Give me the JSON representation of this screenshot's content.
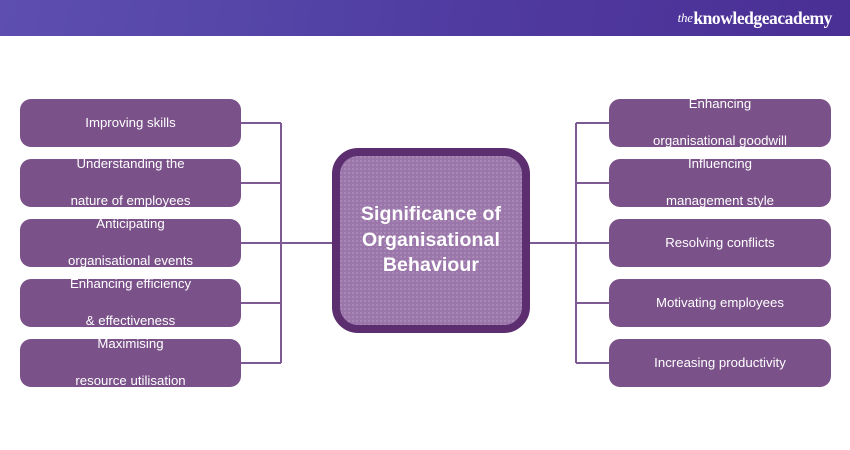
{
  "header": {
    "brand_prefix": "the",
    "brand_name": "knowledgeacademy",
    "gradient_from": "#5d4eb0",
    "gradient_to": "#4a2f94"
  },
  "diagram": {
    "type": "mind-map",
    "center": {
      "label": "Significance of Organisational Behaviour",
      "fill": "#9a76aa",
      "border": "#5c2e70"
    },
    "leaf_fill": "#7a5189",
    "connector_color": "#7d5a93",
    "left_branches": [
      {
        "label": "Improving skills"
      },
      {
        "label": "Understanding the\nnature of employees",
        "line1": "Understanding the",
        "line2": "nature of employees"
      },
      {
        "label": "Anticipating\norganisational events",
        "line1": "Anticipating",
        "line2": "organisational events"
      },
      {
        "label": "Enhancing efficiency\n& effectiveness",
        "line1": "Enhancing efficiency",
        "line2": "& effectiveness"
      },
      {
        "label": "Maximising\nresource utilisation",
        "line1": "Maximising",
        "line2": "resource utilisation"
      }
    ],
    "right_branches": [
      {
        "label": "Enhancing\norganisational goodwill",
        "line1": "Enhancing",
        "line2": "organisational goodwill"
      },
      {
        "label": "Influencing\nmanagement style",
        "line1": "Influencing",
        "line2": "management style"
      },
      {
        "label": "Resolving conflicts"
      },
      {
        "label": "Motivating employees"
      },
      {
        "label": "Increasing productivity"
      }
    ]
  }
}
